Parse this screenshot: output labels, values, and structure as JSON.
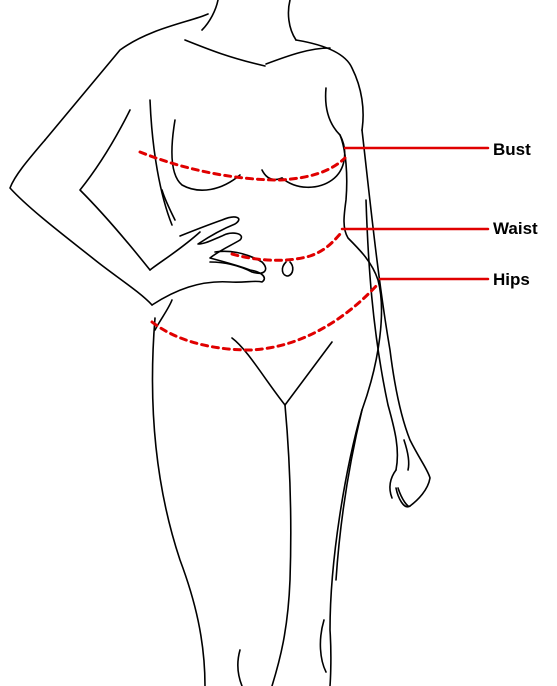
{
  "measurements": [
    {
      "key": "bust",
      "label": "Bust"
    },
    {
      "key": "waist",
      "label": "Waist"
    },
    {
      "key": "hips",
      "label": "Hips"
    }
  ],
  "colors": {
    "outline": "#000000",
    "measure": "#e00000",
    "background": "#ffffff"
  }
}
